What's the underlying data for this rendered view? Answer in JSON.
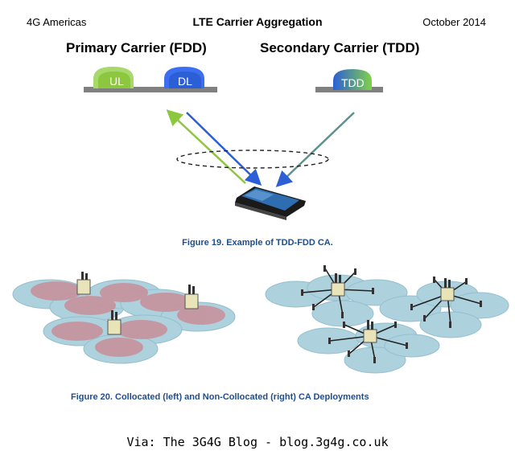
{
  "header": {
    "left": "4G Americas",
    "center": "LTE Carrier Aggregation",
    "right": "October 2014"
  },
  "figure19": {
    "primary_title": "Primary Carrier (FDD)",
    "secondary_title": "Secondary Carrier (TDD)",
    "band_labels": {
      "ul": "UL",
      "dl": "DL",
      "tdd": "TDD"
    },
    "caption": "Figure 19. Example of TDD-FDD CA."
  },
  "figure20": {
    "caption": "Figure 20. Collocated (left) and Non-Collocated (right) CA Deployments"
  },
  "footer": {
    "via": "Via: The 3G4G Blog - blog.3g4g.co.uk"
  },
  "colors": {
    "ul_green": "#8dc63f",
    "dl_blue": "#2c5fd6",
    "caption_blue": "#1f4e8c",
    "cell_outer": "#a9cfdc",
    "cell_inner": "#c98f99"
  }
}
